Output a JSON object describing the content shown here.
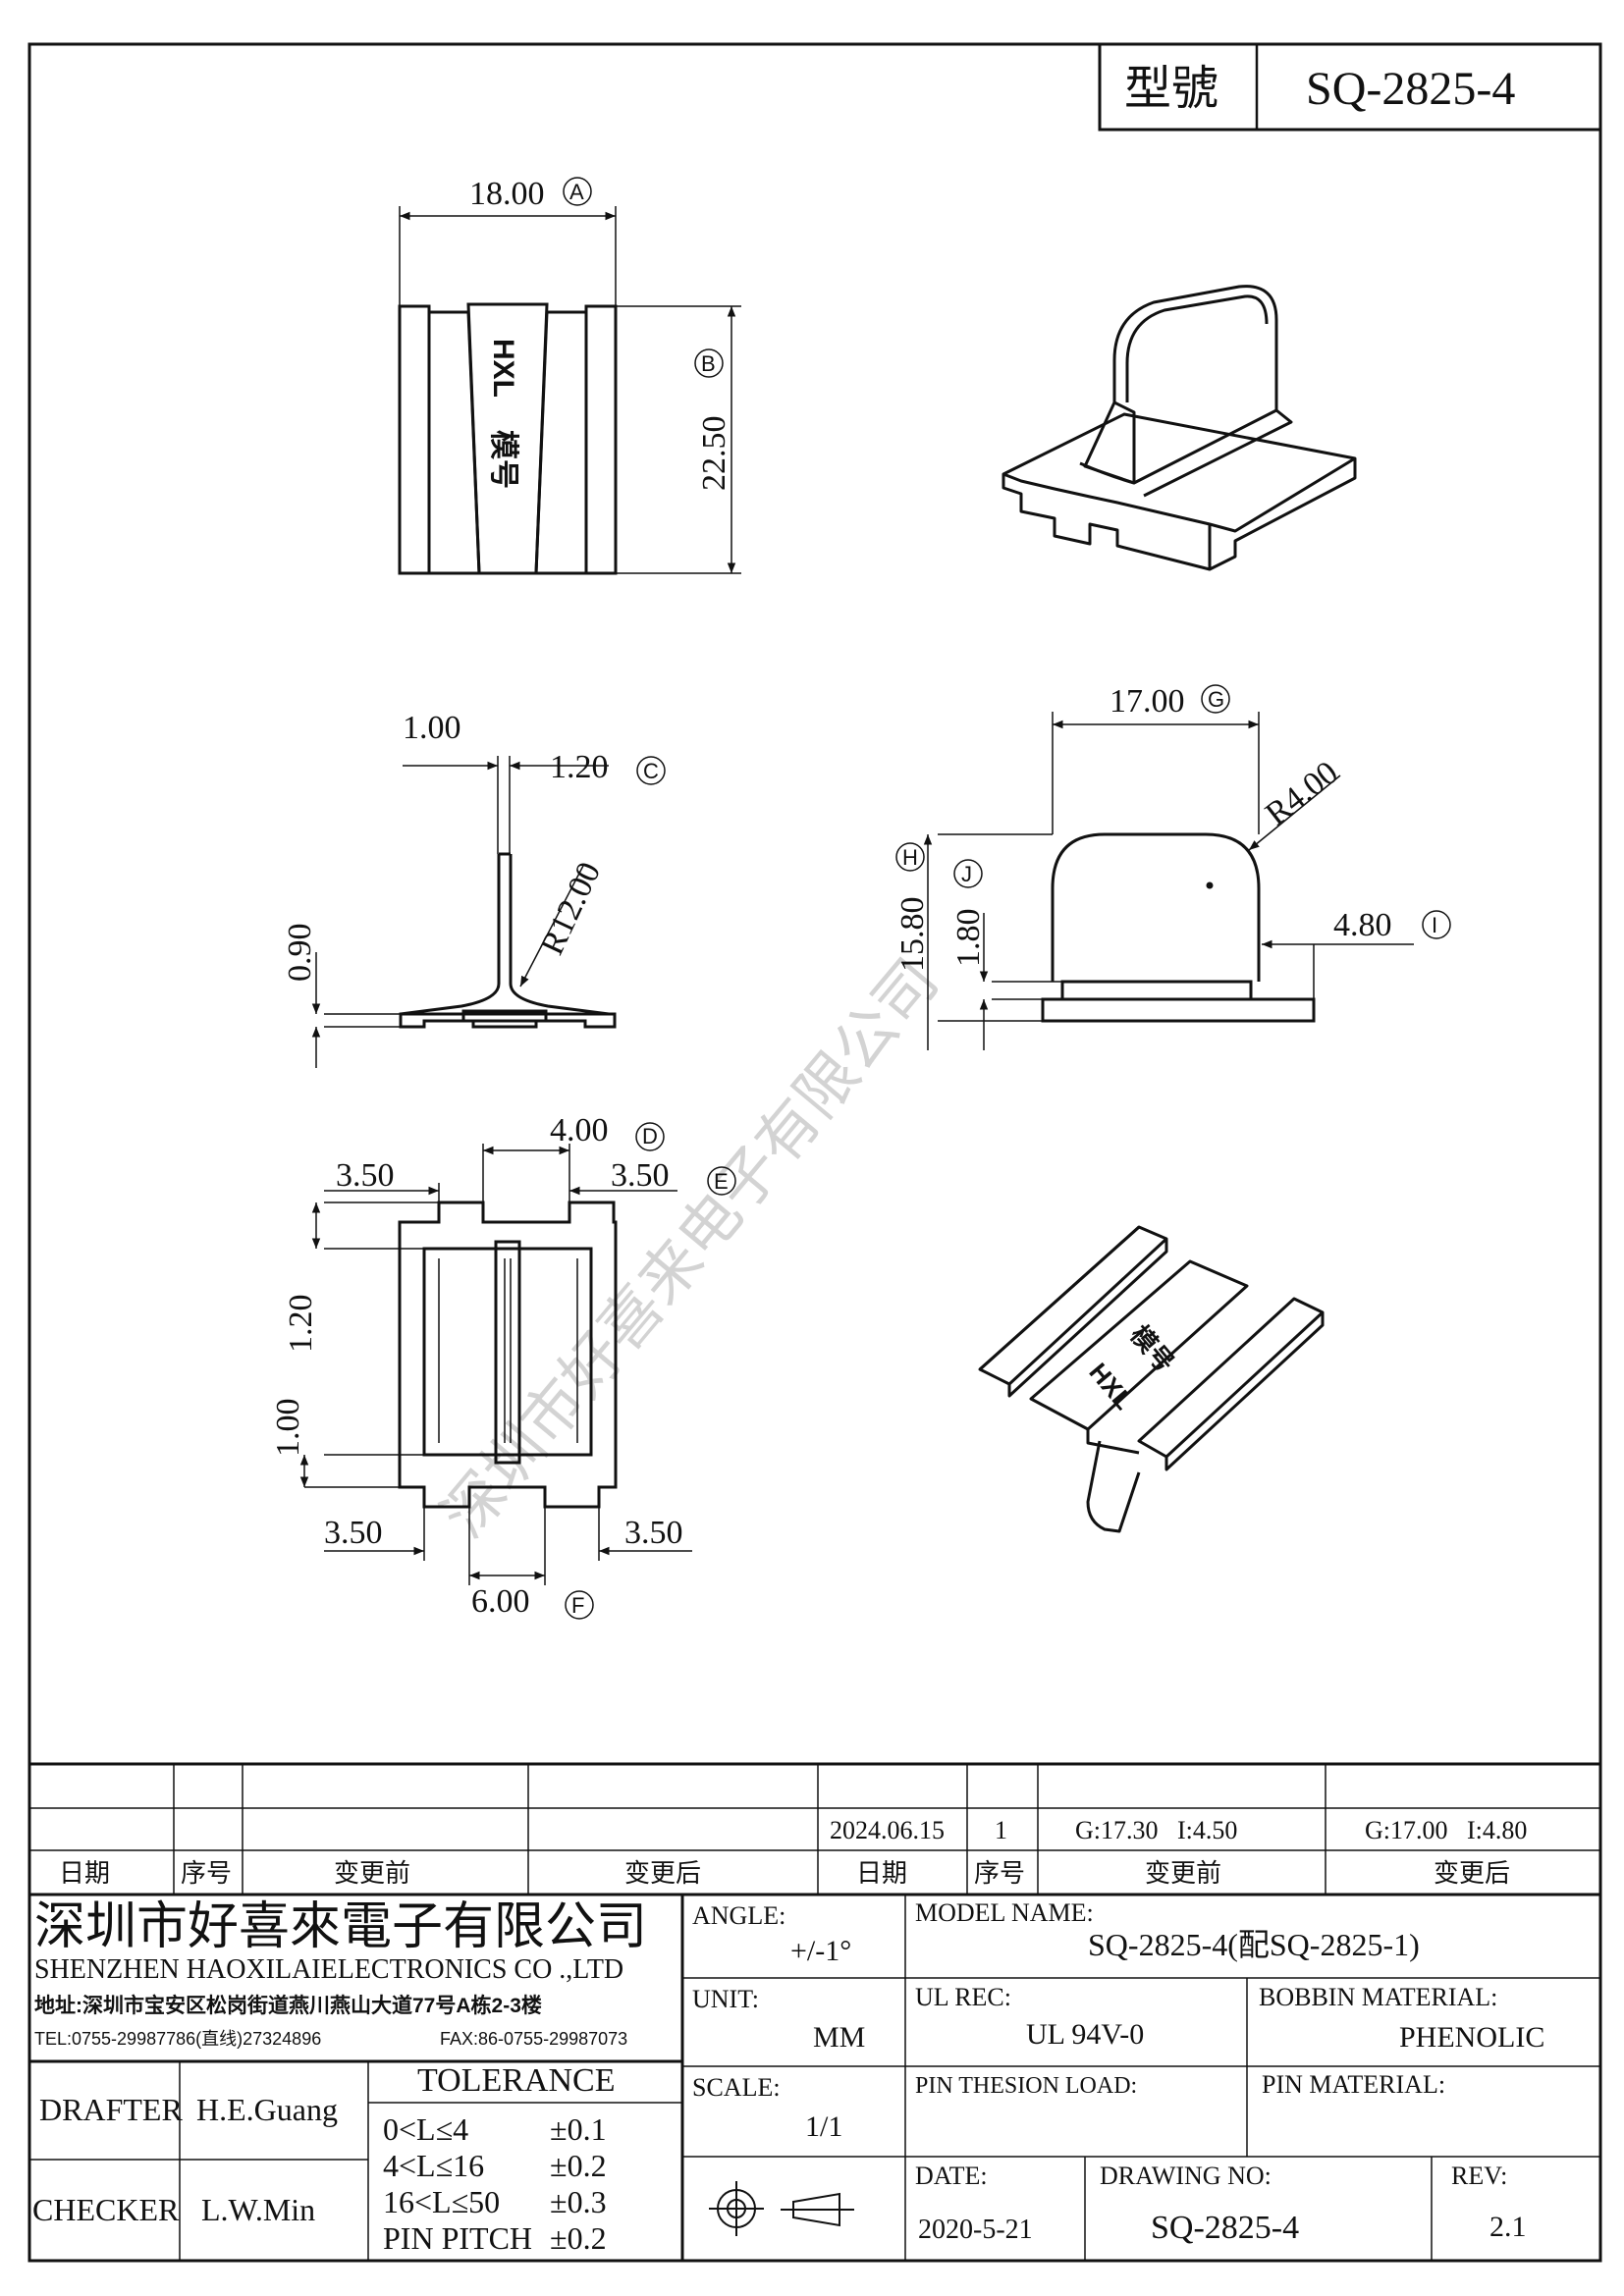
{
  "header": {
    "model_label": "型號",
    "model_value": "SQ-2825-4"
  },
  "watermark": "深圳市好喜来电子有限公司",
  "views": {
    "top": {
      "dim_width": "18.00",
      "dim_width_tag": "A",
      "dim_height": "22.50",
      "dim_height_tag": "B",
      "marking_1": "HXL",
      "marking_2": "模号"
    },
    "side": {
      "dim_thickness": "1.00",
      "dim_web": "1.20",
      "dim_web_tag": "C",
      "dim_base": "0.90",
      "dim_radius": "R12.00"
    },
    "front": {
      "dim_width": "17.00",
      "dim_width_tag": "G",
      "dim_radius": "R4.00",
      "dim_height": "15.80",
      "dim_height_tag": "H",
      "dim_step": "1.80",
      "dim_step_tag": "J",
      "dim_flange": "4.80",
      "dim_flange_tag": "I"
    },
    "bottom": {
      "dim_center": "4.00",
      "dim_center_tag": "D",
      "dim_left_top": "3.50",
      "dim_right_top": "3.50",
      "dim_right_tag": "E",
      "dim_v1": "1.20",
      "dim_v2": "1.00",
      "dim_left_bottom": "3.50",
      "dim_right_bottom": "3.50",
      "dim_slot": "6.00",
      "dim_slot_tag": "F"
    },
    "iso2": {
      "marking_1": "HXL",
      "marking_2": "模号"
    }
  },
  "revision_table": {
    "row_values": {
      "date2": "2024.06.15",
      "seq2": "1",
      "before2": "G:17.30   I:4.50",
      "after2": "G:17.00   I:4.80"
    },
    "headers": {
      "date": "日期",
      "seq": "序号",
      "before": "变更前",
      "after": "变更后",
      "date2": "日期",
      "seq2": "序号",
      "before2": "变更前",
      "after2": "变更后"
    }
  },
  "title_block": {
    "company_cn": "深圳市好喜來電子有限公司",
    "company_en": "SHENZHEN HAOXILAIELECTRONICS CO .,LTD",
    "address": "地址:深圳市宝安区松岗街道燕川燕山大道77号A栋2-3楼",
    "tel": "TEL:0755-29987786(直线)27324896",
    "fax": "FAX:86-0755-29987073",
    "angle_label": "ANGLE:",
    "angle_value": "+/-1°",
    "unit_label": "UNIT:",
    "unit_value": "MM",
    "scale_label": "SCALE:",
    "scale_value": "1/1",
    "model_name_label": "MODEL NAME:",
    "model_name_value": "SQ-2825-4(配SQ-2825-1)",
    "ul_label": "UL REC:",
    "ul_value": "UL 94V-0",
    "bobbin_label": "BOBBIN MATERIAL:",
    "bobbin_value": "PHENOLIC",
    "pin_tension_label": "PIN THESION LOAD:",
    "pin_material_label": "PIN MATERIAL:",
    "date_label": "DATE:",
    "date_value": "2020-5-21",
    "drawing_no_label": "DRAWING NO:",
    "drawing_no_value": "SQ-2825-4",
    "rev_label": "REV:",
    "rev_value": "2.1",
    "drafter_label": "DRAFTER",
    "drafter_value": "H.E.Guang",
    "checker_label": "CHECKER",
    "checker_value": "L.W.Min",
    "tolerance_title": "TOLERANCE",
    "tolerance_rows": [
      {
        "range": "0<L≤4",
        "value": "±0.1"
      },
      {
        "range": "4<L≤16",
        "value": "±0.2"
      },
      {
        "range": "16<L≤50",
        "value": "±0.3"
      },
      {
        "range": "PIN PITCH",
        "value": "±0.2"
      }
    ]
  }
}
